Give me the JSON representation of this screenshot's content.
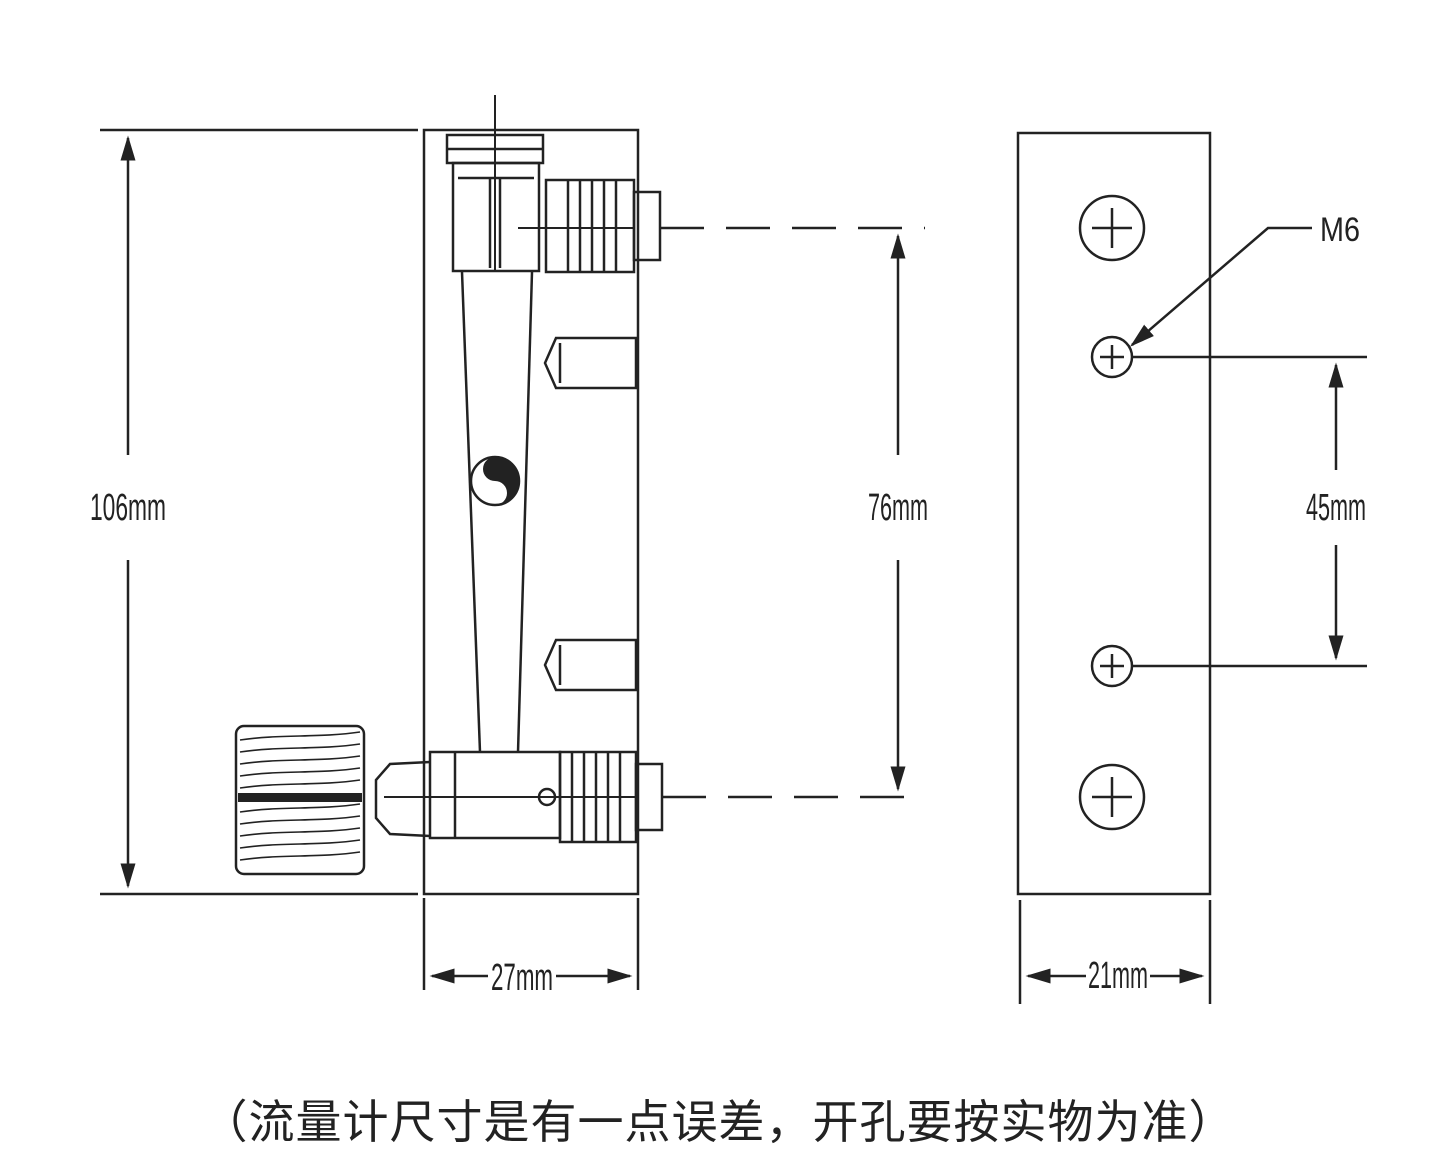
{
  "dimensions": {
    "total_height": "106mm",
    "port_spacing": "76mm",
    "hole_spacing": "45mm",
    "front_width": "27mm",
    "side_width": "21mm",
    "thread_label": "M6"
  },
  "caption": "（流量计尺寸是有一点误差，开孔要按实物为准）",
  "colors": {
    "line": "#222222",
    "background": "#ffffff"
  }
}
